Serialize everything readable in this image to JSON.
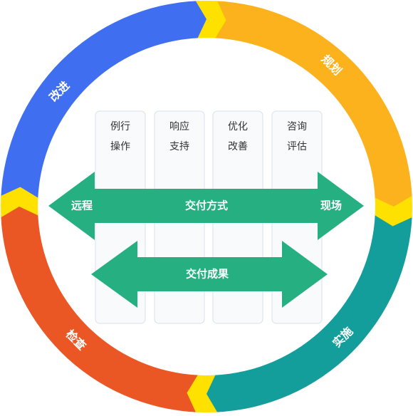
{
  "colors": {
    "plan": "#FBB21C",
    "implement": "#139E9B",
    "check": "#EA5725",
    "improve": "#3F6FF0",
    "joint": "#FFE100",
    "arrow": "#26B082",
    "card_bg": "#F8FAFC",
    "card_border": "#D9E1EA"
  },
  "cycle": {
    "plan": "规划",
    "implement": "实施",
    "check": "检查",
    "improve": "改进"
  },
  "cards": [
    {
      "line1": "例行",
      "line2": "操作"
    },
    {
      "line1": "响应",
      "line2": "支持"
    },
    {
      "line1": "优化",
      "line2": "改善"
    },
    {
      "line1": "咨询",
      "line2": "评估"
    }
  ],
  "delivery_mode": {
    "label": "交付方式",
    "left": "远程",
    "right": "现场"
  },
  "delivery_result": {
    "label": "交付成果"
  }
}
